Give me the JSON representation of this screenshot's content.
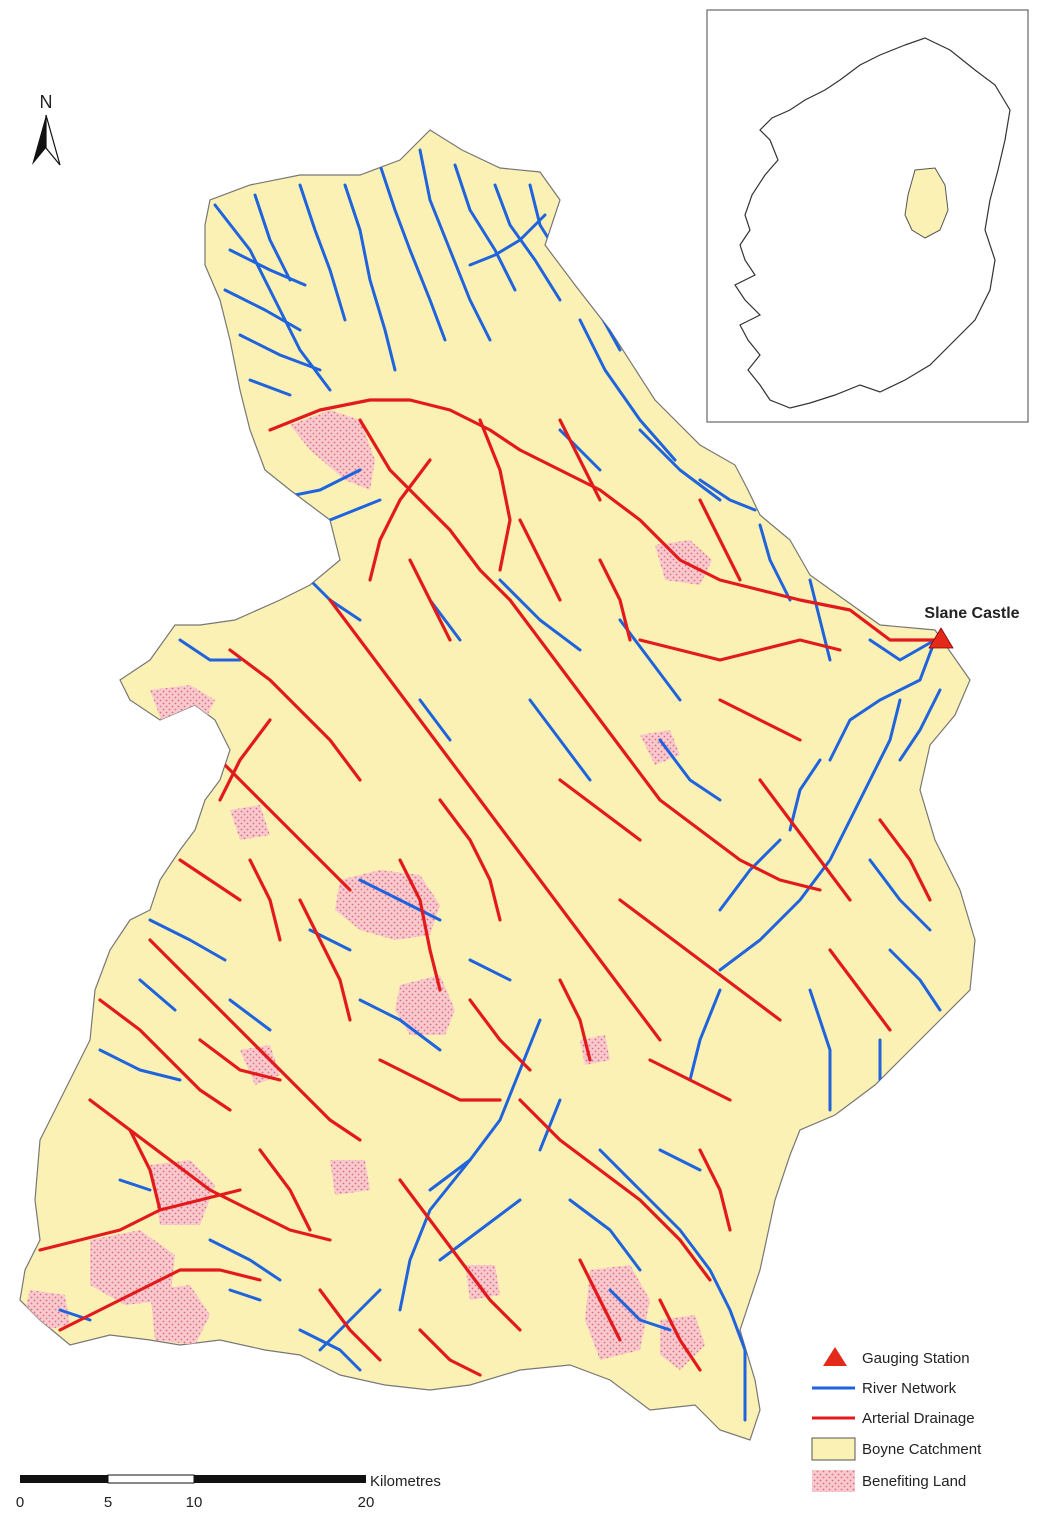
{
  "north_arrow": {
    "label": "N"
  },
  "station": {
    "name": "Slane Castle"
  },
  "legend": {
    "items": [
      {
        "key": "gauging-station",
        "label": "Gauging Station",
        "symbol": "triangle",
        "color": "#e32a1a"
      },
      {
        "key": "river-network",
        "label": "River Network",
        "symbol": "line",
        "color": "#1f63dd"
      },
      {
        "key": "arterial-drainage",
        "label": "Arterial Drainage",
        "symbol": "line",
        "color": "#e31a1c"
      },
      {
        "key": "boyne-catchment",
        "label": "Boyne Catchment",
        "symbol": "fill",
        "color": "#fbf1b5"
      },
      {
        "key": "benefiting-land",
        "label": "Benefiting Land",
        "symbol": "stipple",
        "color": "#f4b3bb"
      }
    ]
  },
  "scale_bar": {
    "unit": "Kilometres",
    "ticks": [
      "0",
      "5",
      "10",
      "20"
    ]
  },
  "colors": {
    "catchment_fill": "#fbf1b5",
    "catchment_outline": "#777777",
    "river": "#1f63dd",
    "drainage": "#e31a1c",
    "benefit": "#f6c1c7"
  }
}
